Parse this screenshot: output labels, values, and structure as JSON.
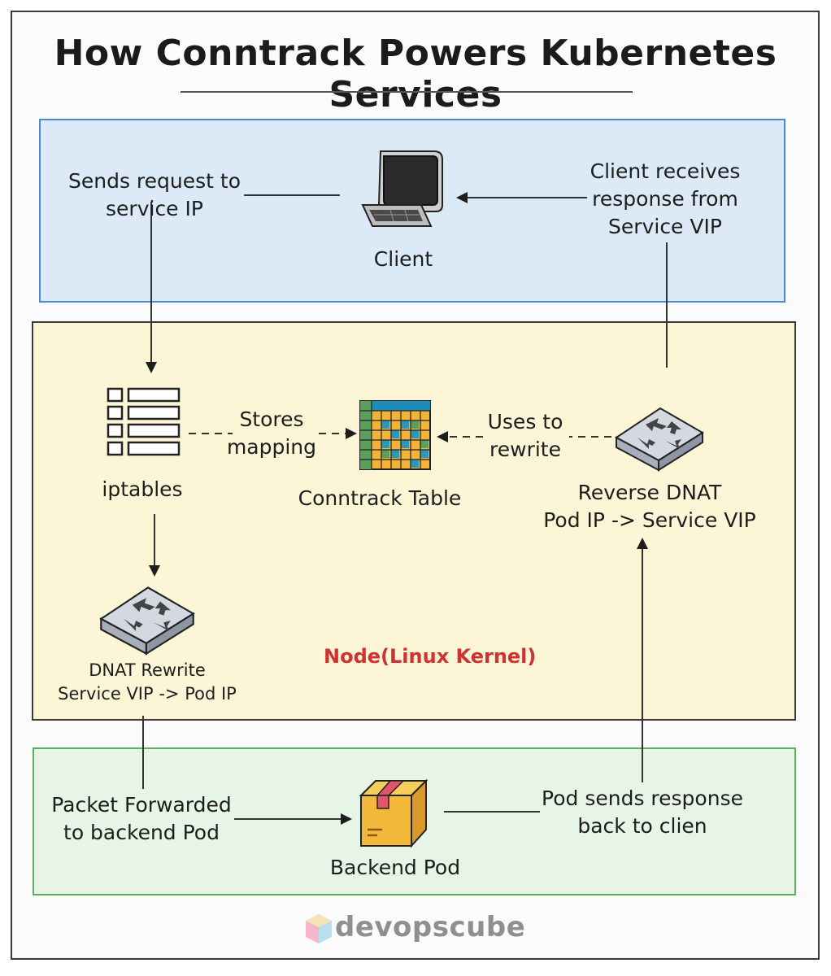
{
  "title": "How Conntrack Powers Kubernetes Services",
  "labels": {
    "sends_request": [
      "Sends request  to",
      "service IP"
    ],
    "client": "Client",
    "client_receives": [
      "Client receives",
      "response from",
      "Service VIP"
    ],
    "iptables": "iptables",
    "stores_mapping": [
      "Stores",
      "mapping"
    ],
    "conntrack_table": "Conntrack Table",
    "uses_to_rewrite": [
      "Uses to",
      "rewrite"
    ],
    "reverse_dnat": [
      "Reverse DNAT",
      "Pod IP -> Service VIP"
    ],
    "dnat_rewrite": [
      "DNAT Rewrite",
      "Service VIP -> Pod IP"
    ],
    "node_kernel": "Node(Linux Kernel)",
    "packet_forwarded": [
      "Packet Forwarded",
      "to backend Pod"
    ],
    "backend_pod": "Backend Pod",
    "pod_sends_response": [
      "Pod sends response",
      "back to clien"
    ]
  },
  "brand": {
    "name": "devopscube"
  },
  "colors": {
    "client_zone_fill": "#dbeaf6",
    "client_zone_border": "#4a8ad0",
    "node_zone_fill": "#fdf6d6",
    "pod_zone_fill": "#e7f5e6",
    "pod_zone_border": "#5cb05c",
    "node_label": "#d03232"
  },
  "icons": [
    "computer-icon",
    "table-list-icon",
    "grid-table-icon",
    "router-switch-icon",
    "package-box-icon",
    "cube-logo-icon"
  ]
}
